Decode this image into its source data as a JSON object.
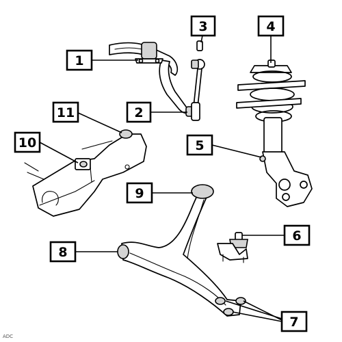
{
  "callouts": [
    {
      "id": "1",
      "label": "1"
    },
    {
      "id": "2",
      "label": "2"
    },
    {
      "id": "3",
      "label": "3"
    },
    {
      "id": "4",
      "label": "4"
    },
    {
      "id": "5",
      "label": "5"
    },
    {
      "id": "6",
      "label": "6"
    },
    {
      "id": "7",
      "label": "7"
    },
    {
      "id": "8",
      "label": "8"
    },
    {
      "id": "9",
      "label": "9"
    },
    {
      "id": "10",
      "label": "10"
    },
    {
      "id": "11",
      "label": "11"
    }
  ],
  "credit": "ADC",
  "colors": {
    "line": "#000000",
    "bushing": "#d4d4d4",
    "background": "#ffffff"
  }
}
